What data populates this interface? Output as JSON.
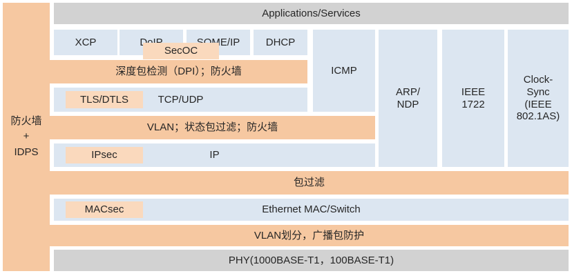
{
  "colors": {
    "orange": "#f6c8a1",
    "orange_light": "#fad9bd",
    "blue": "#dce6f1",
    "gray": "#d2d2d2",
    "text": "#262626"
  },
  "left_bar": {
    "label": "防火墙\n+\nIDPS"
  },
  "top_bar": {
    "label": "Applications/Services"
  },
  "app_protocols": {
    "xcp": "XCP",
    "doip": "DoIP",
    "someip": "SOME/IP",
    "dhcp": "DHCP",
    "secoc": "SecOC"
  },
  "dpi_bar": {
    "label": "深度包检测（DPI）；防火墙"
  },
  "transport": {
    "security": "TLS/DTLS",
    "label": "TCP/UDP"
  },
  "vlan_bar": {
    "label": "VLAN；状态包过滤；防火墙"
  },
  "network": {
    "security": "IPsec",
    "label": "IP"
  },
  "columns": {
    "icmp": "ICMP",
    "arp": "ARP/\nNDP",
    "ieee1722": "IEEE\n1722",
    "clocksync": "Clock-\nSync\n(IEEE\n802.1AS)"
  },
  "packet_filter_bar": {
    "label": "包过滤"
  },
  "mac": {
    "security": "MACsec",
    "label": "Ethernet MAC/Switch"
  },
  "vlan_divide_bar": {
    "label": "VLAN划分，广播包防护"
  },
  "phy_bar": {
    "label": "PHY(1000BASE-T1，100BASE-T1)"
  }
}
